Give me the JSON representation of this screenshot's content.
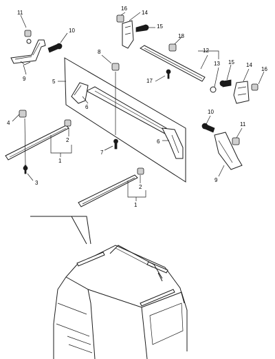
{
  "callouts": {
    "c1a": "1",
    "c1b": "1",
    "c2a": "2",
    "c2b": "2",
    "c3": "3",
    "c4": "4",
    "c5": "5",
    "c6a": "6",
    "c6b": "6",
    "c7": "7",
    "c8": "8",
    "c9a": "9",
    "c9b": "9",
    "c10a": "10",
    "c10b": "10",
    "c11a": "11",
    "c11b": "11",
    "c12": "12",
    "c13": "13",
    "c14a": "14",
    "c14b": "14",
    "c15a": "15",
    "c15b": "15",
    "c16a": "16",
    "c16b": "16",
    "c17": "17",
    "c18": "18"
  }
}
